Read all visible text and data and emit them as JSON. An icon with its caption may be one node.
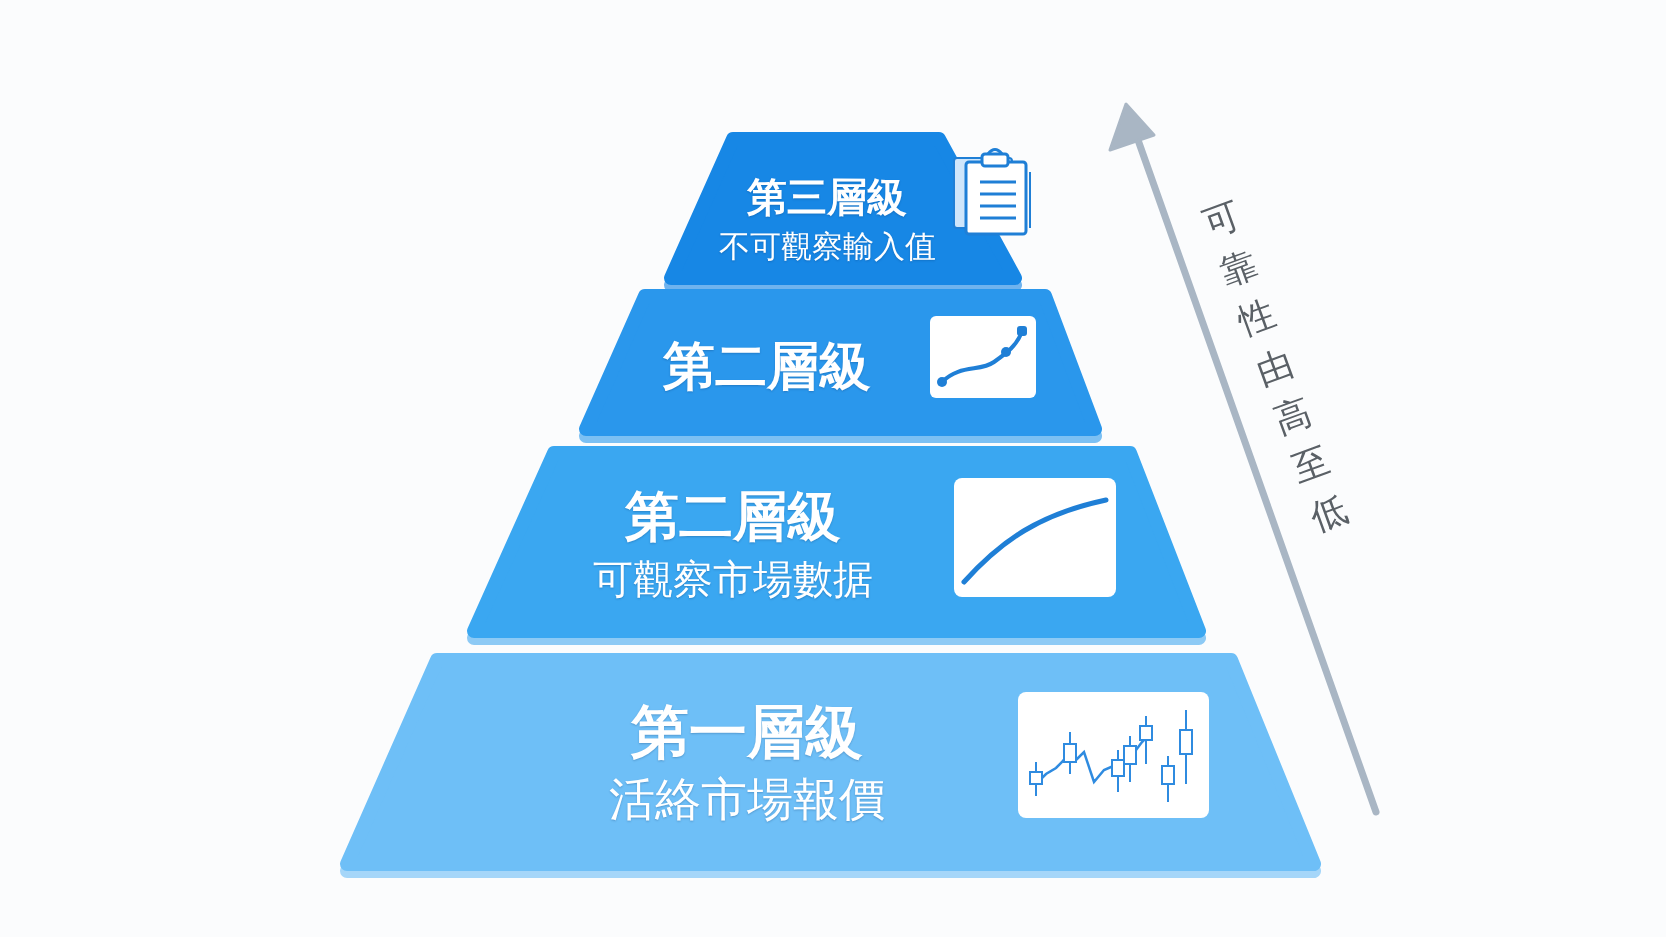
{
  "diagram": {
    "nodes": [
      {
        "text": [
          "第三層級",
          "不可觀察輸入值"
        ]
      },
      {
        "text": [
          "第二層級"
        ]
      },
      {
        "text": [
          "第二層級",
          "可觀察市場數据"
        ]
      },
      {
        "text": [
          "第一層級",
          "活絡市場報價"
        ]
      }
    ],
    "labels": [
      "可靠性由高至低"
    ]
  }
}
